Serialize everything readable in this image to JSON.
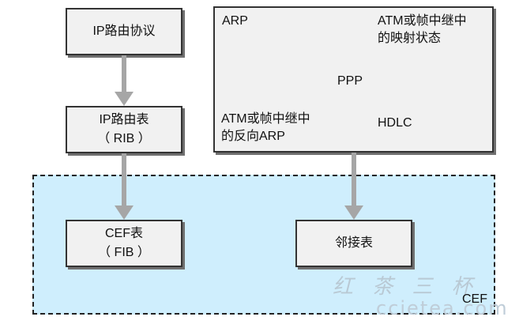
{
  "left_stack": {
    "ip_routing_protocol": "IP路由协议",
    "ip_routing_table": {
      "line1": "IP路由表",
      "line2": "（ RIB ）"
    },
    "cef_table": {
      "line1": "CEF表",
      "line2": "（ FIB ）"
    }
  },
  "layer2_box": {
    "arp": "ARP",
    "atm_fr_map": {
      "line1": "ATM或帧中继中",
      "line2": "的映射状态"
    },
    "ppp": "PPP",
    "atm_fr_inverse_arp": {
      "line1": "ATM或帧中继中",
      "line2": "的反向ARP"
    },
    "hdlc": "HDLC"
  },
  "adjacency_table": "邻接表",
  "cef_region_label": "CEF",
  "watermark": {
    "chinese": "红 茶 三 杯",
    "site": "ccietea.com"
  },
  "colors": {
    "region_fill": "#cfeefd",
    "box_fill": "#f1f1f1",
    "arrow": "#a6a6a6",
    "border": "#333333"
  }
}
